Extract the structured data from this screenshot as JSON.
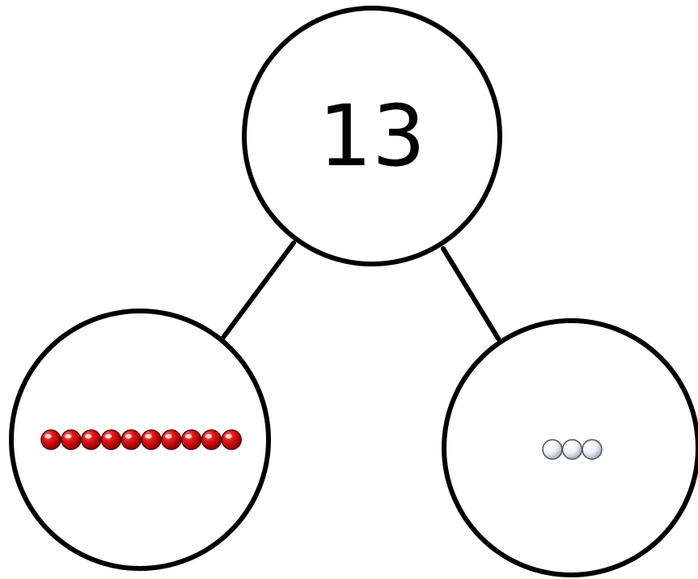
{
  "diagram": {
    "type": "part-whole number bond",
    "whole": {
      "value": "13"
    },
    "parts": [
      {
        "id": "left",
        "count": 10,
        "bead_color": "red"
      },
      {
        "id": "right",
        "count": 3,
        "bead_color": "white"
      }
    ]
  },
  "colors": {
    "outline": "#000000",
    "background": "#ffffff",
    "red_bead_light": "#ff8080",
    "red_bead": "#e01010",
    "red_bead_dark": "#9a0000",
    "white_bead_light": "#ffffff",
    "white_bead": "#e8eef4",
    "white_bead_dark": "#8a96a4"
  }
}
